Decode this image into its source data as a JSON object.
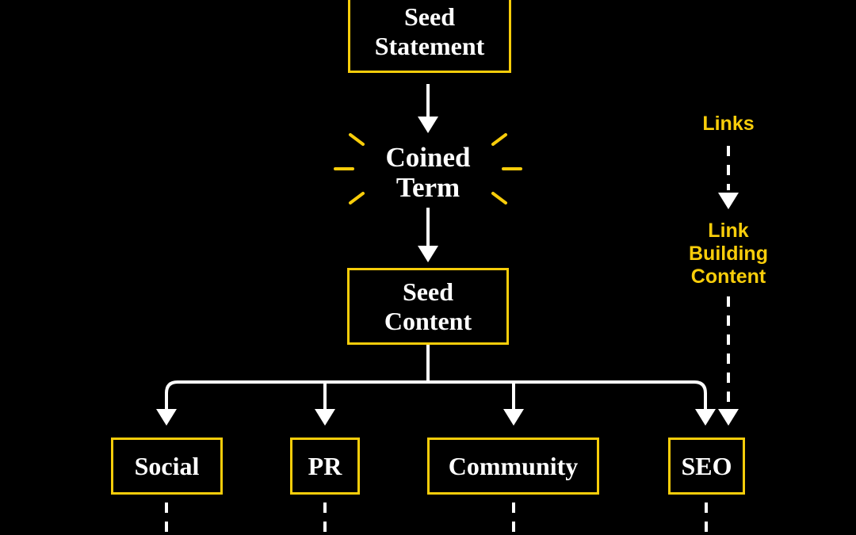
{
  "colors": {
    "background": "#000000",
    "accent_yellow": "#F8CD0A",
    "line_white": "#FFFFFF"
  },
  "nodes": {
    "seed_statement": {
      "line1": "Seed",
      "line2": "Statement"
    },
    "coined_term": {
      "line1": "Coined",
      "line2": "Term"
    },
    "seed_content": {
      "line1": "Seed",
      "line2": "Content"
    }
  },
  "channels": [
    {
      "label": "Social"
    },
    {
      "label": "PR"
    },
    {
      "label": "Community"
    },
    {
      "label": "SEO"
    }
  ],
  "side_flow": {
    "links_label": "Links",
    "link_building_content": {
      "line1": "Link",
      "line2": "Building",
      "line3": "Content"
    }
  }
}
